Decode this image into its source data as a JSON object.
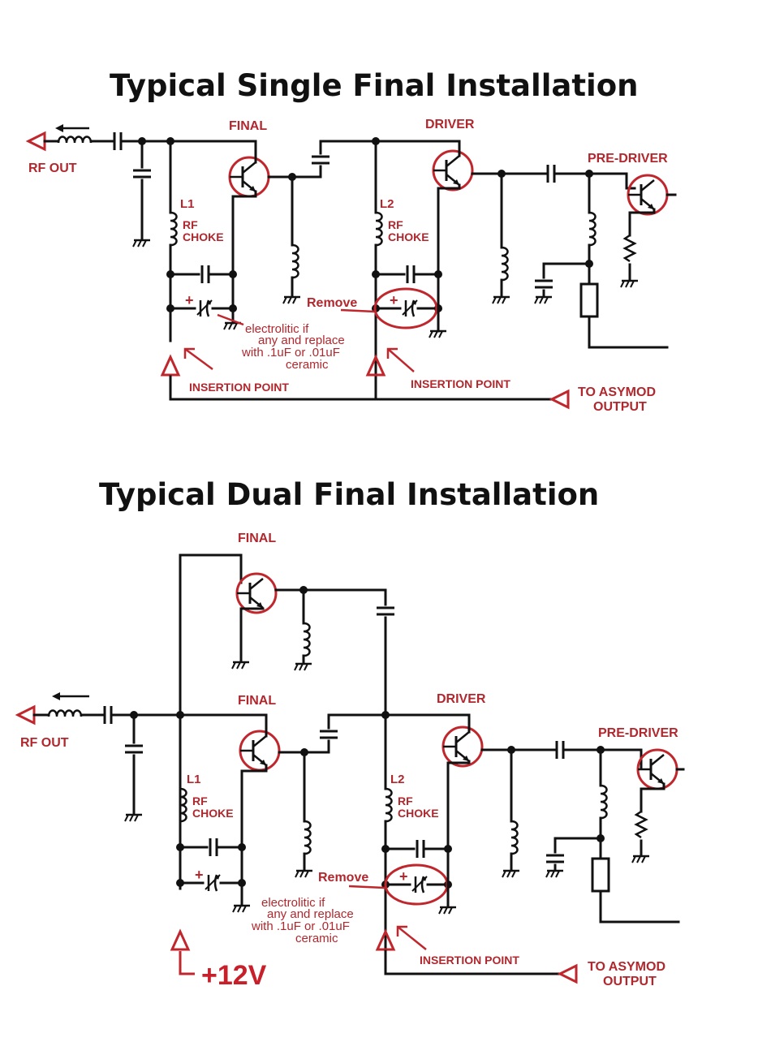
{
  "accent_color": "#c0272d",
  "single": {
    "title": "Typical Single Final Installation",
    "final": "FINAL",
    "driver": "DRIVER",
    "pre_driver": "PRE-DRIVER",
    "rf_out": "RF OUT",
    "l1": "L1",
    "l2": "L2",
    "rf1": "RF",
    "choke1": "CHOKE",
    "rf2": "RF",
    "choke2": "CHOKE",
    "remove": "Remove",
    "note1": "electrolitic  if",
    "note2": "any and replace",
    "note3": "with .1uF or .01uF",
    "note4": "ceramic",
    "insertion1": "INSERTION POINT",
    "insertion2": "INSERTION POINT",
    "to_asymod1": "TO ASYMOD",
    "to_asymod2": "OUTPUT",
    "plus1": "+",
    "plus2": "+"
  },
  "dual": {
    "title": "Typical Dual Final Installation",
    "final_top": "FINAL",
    "final": "FINAL",
    "driver": "DRIVER",
    "pre_driver": "PRE-DRIVER",
    "rf_out": "RF OUT",
    "l1": "L1",
    "l2": "L2",
    "rf1": "RF",
    "choke1": "CHOKE",
    "rf2": "RF",
    "choke2": "CHOKE",
    "remove": "Remove",
    "note1": "electrolitic  if",
    "note2": "any and replace",
    "note3": "with .1uF or .01uF",
    "note4": "ceramic",
    "insertion": "INSERTION POINT",
    "to_asymod1": "TO ASYMOD",
    "to_asymod2": "OUTPUT",
    "plus_12v": "+12V",
    "plus1": "+",
    "plus2": "+"
  }
}
